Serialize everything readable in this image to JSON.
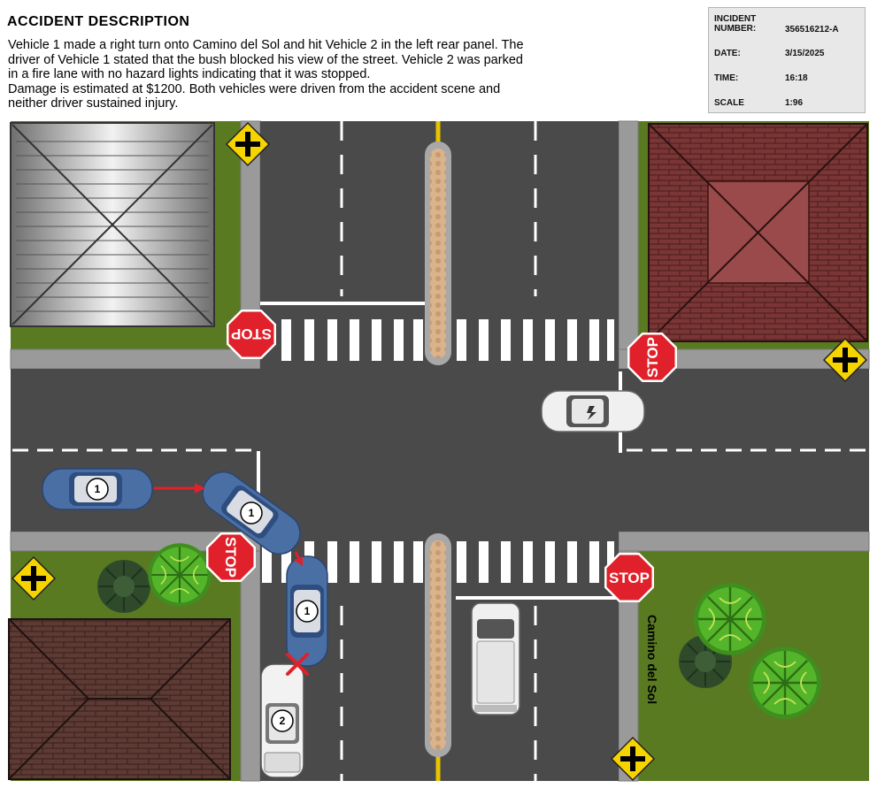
{
  "header": {
    "title": "ACCIDENT DESCRIPTION",
    "description_lines": [
      "Vehicle 1 made a right turn onto Camino del Sol and hit Vehicle 2 in the left rear panel.  The",
      "driver of Vehicle 1 stated that the bush blocked his view of the street.  Vehicle 2 was parked",
      "in a fire lane with no hazard lights indicating that it was stopped.",
      "Damage is estimated at $1200.  Both vehicles were driven from the accident scene and",
      "neither driver sustained injury."
    ]
  },
  "info_box": {
    "incident_number_label": "INCIDENT NUMBER:",
    "incident_number": "356516212-A",
    "date_label": "DATE:",
    "date": "3/15/2025",
    "time_label": "TIME:",
    "time": "16:18",
    "scale_label": "SCALE",
    "scale": "1:96"
  },
  "diagram": {
    "street_label": "Camino del Sol",
    "stop_sign_text": "STOP",
    "vehicle_1_label": "1",
    "vehicle_2_label": "2",
    "colors": {
      "asphalt": "#4a4a4a",
      "grass": "#5a7a22",
      "sidewalk": "#9a9a9a",
      "vehicle_1": "#4a6fa5",
      "vehicle_2": "#f2f2f2",
      "stop_sign": "#e0202a",
      "warning_sign": "#f5d400",
      "impact_mark": "#e0202a"
    },
    "icons": [
      "stop-sign-icon",
      "cross-intersection-warning-icon",
      "bush-icon",
      "impact-x-icon",
      "direction-arrow-icon"
    ]
  }
}
